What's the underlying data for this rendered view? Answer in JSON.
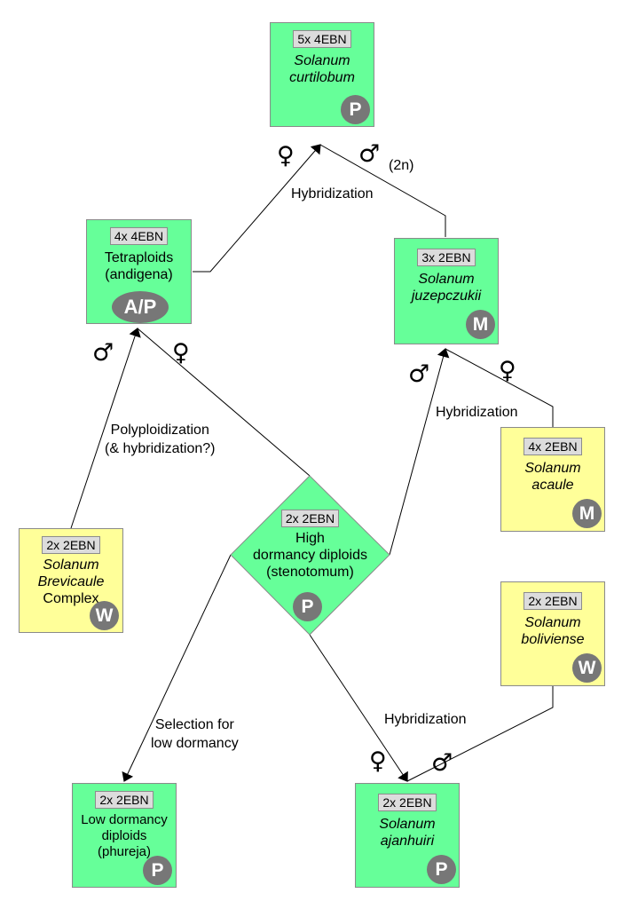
{
  "nodes": {
    "curtilobum": {
      "ebn": "5x 4EBN",
      "name1": "Solanum",
      "name2": "curtilobum",
      "badge": "P"
    },
    "tetraploids": {
      "ebn": "4x 4EBN",
      "name1": "Tetraploids",
      "name2": "(andigena)",
      "badge": "A/P"
    },
    "juzepczukii": {
      "ebn": "3x 2EBN",
      "name1": "Solanum",
      "name2": "juzepczukii",
      "badge": "M"
    },
    "acaule": {
      "ebn": "4x 2EBN",
      "name1": "Solanum",
      "name2": "acaule",
      "badge": "M"
    },
    "brevicaule": {
      "ebn": "2x 2EBN",
      "name1": "Solanum",
      "name2": "Brevicaule",
      "name3": "Complex",
      "badge": "W"
    },
    "stenotomum": {
      "ebn": "2x 2EBN",
      "name1": "High",
      "name2": "dormancy diploids",
      "name3": "(stenotomum)",
      "badge": "P"
    },
    "boliviense": {
      "ebn": "2x 2EBN",
      "name1": "Solanum",
      "name2": "boliviense",
      "badge": "W"
    },
    "phureja": {
      "ebn": "2x 2EBN",
      "name1": "Low dormancy",
      "name2": "diploids",
      "name3": "(phureja)",
      "badge": "P"
    },
    "ajanhuiri": {
      "ebn": "2x 2EBN",
      "name1": "Solanum",
      "name2": "ajanhuiri",
      "badge": "P"
    }
  },
  "edge_labels": {
    "hybridization_top": "Hybridization",
    "two_n": "(2n)",
    "polyploidization_1": "Polyploidization",
    "polyploidization_2": "(& hybridization?)",
    "hybridization_right": "Hybridization",
    "selection_1": "Selection for",
    "selection_2": "low dormancy",
    "hybridization_bottom": "Hybridization"
  },
  "symbols": {
    "female": "♀",
    "male": "♂"
  },
  "colors": {
    "cultivated": "#66ff99",
    "wild": "#ffff99",
    "badge": "#777777",
    "ebn_tag": "#dcdcdc"
  }
}
